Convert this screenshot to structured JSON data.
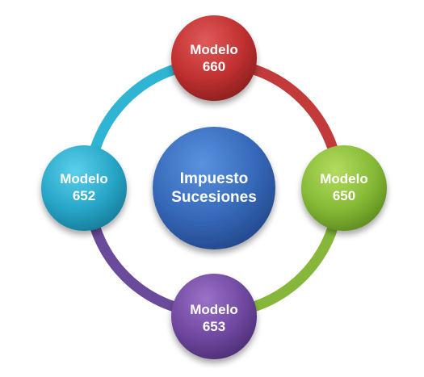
{
  "center": {
    "line1": "Impuesto",
    "line2": "Sucesiones",
    "color": "#3a6fc4"
  },
  "nodes": [
    {
      "id": "top",
      "line1": "Modelo",
      "line2": "660",
      "color": "#c93a3a"
    },
    {
      "id": "right",
      "line1": "Modelo",
      "line2": "650",
      "color": "#8cbf3a"
    },
    {
      "id": "bottom",
      "line1": "Modelo",
      "line2": "653",
      "color": "#7a4ea8"
    },
    {
      "id": "left",
      "line1": "Modelo",
      "line2": "652",
      "color": "#2fb0d0"
    }
  ],
  "arcs": {
    "top_right": "#c93a3a",
    "right_bottom": "#8cbf3a",
    "bottom_left": "#6a4a9a",
    "left_top": "#2fb0d0"
  }
}
